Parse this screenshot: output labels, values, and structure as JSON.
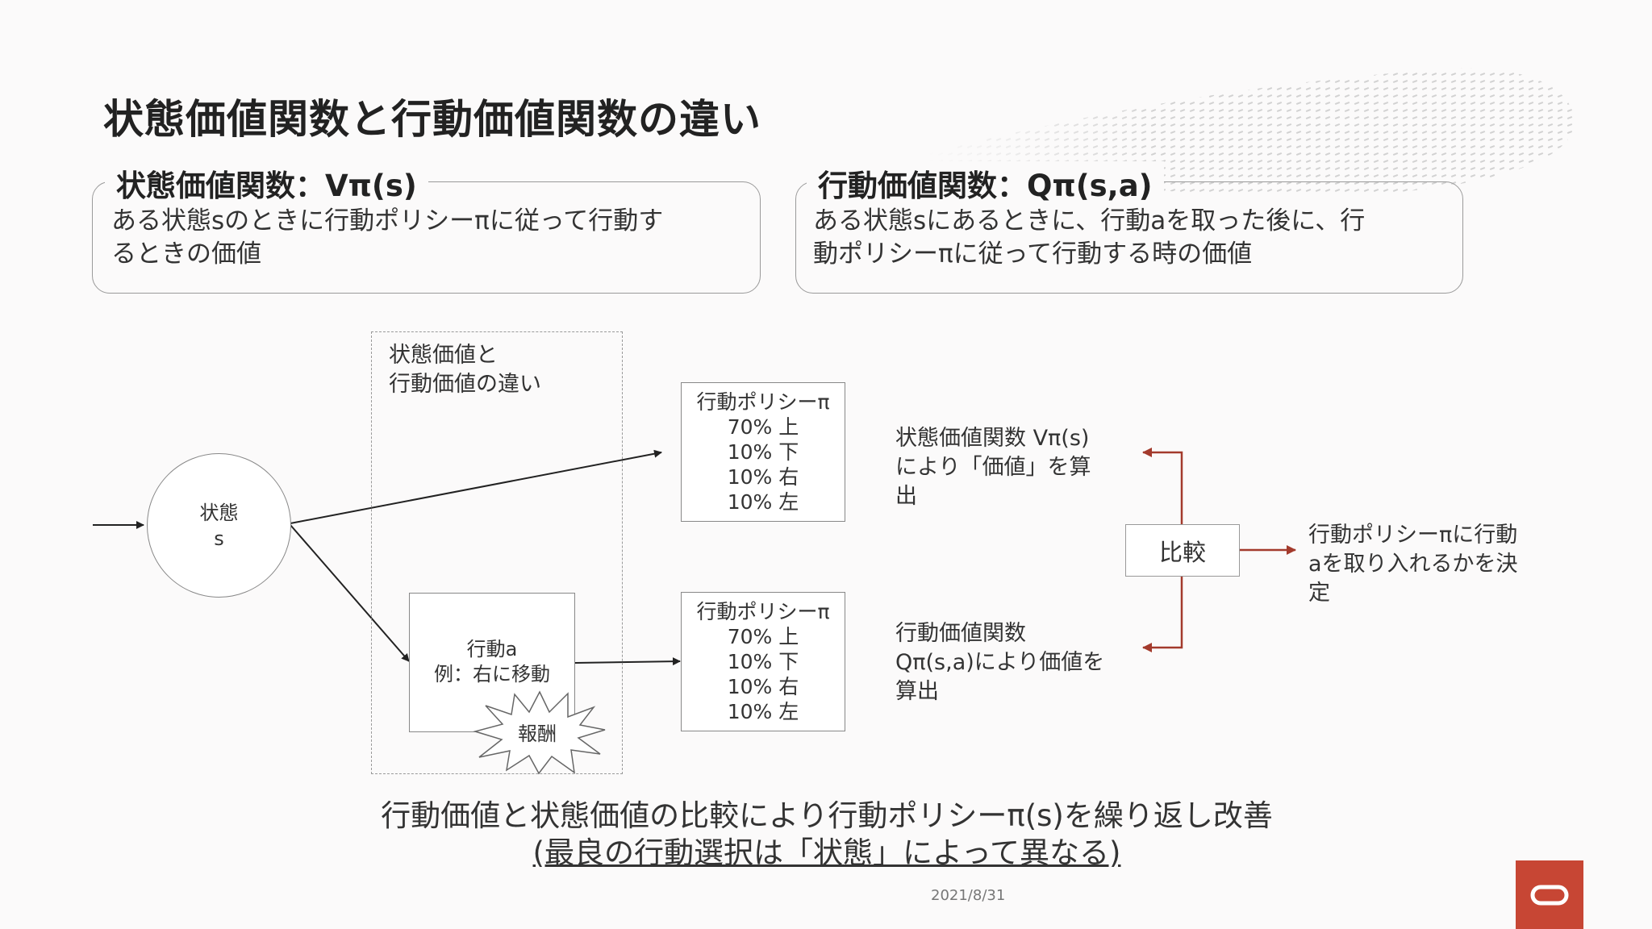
{
  "title": "状態価値関数と行動価値関数の違い",
  "definitions": {
    "state_value": {
      "heading": "状態価値関数：Vπ(s)",
      "text_line1": "ある状態sのときに行動ポリシーπに従って行動す",
      "text_line2": "るときの価値"
    },
    "action_value": {
      "heading": "行動価値関数：Qπ(s,a)",
      "text_line1": "ある状態sにあるときに、行動aを取った後に、行",
      "text_line2": "動ポリシーπに従って行動する時の価値"
    }
  },
  "diagram": {
    "difference_label_line1": "状態価値と",
    "difference_label_line2": "行動価値の違い",
    "state_line1": "状態",
    "state_line2": "s",
    "policy_box": {
      "title": "行動ポリシーπ",
      "rows": [
        "70% 上",
        "10% 下",
        "10% 右",
        "10% 左"
      ]
    },
    "action_line1": "行動a",
    "action_line2": "例：右に移動",
    "reward": "報酬",
    "v_calc_line1": "状態価値関数 Vπ(s)",
    "v_calc_line2": "により「価値」を算",
    "v_calc_line3": "出",
    "q_calc_line1": "行動価値関数",
    "q_calc_line2": "Qπ(s,a)により価値を",
    "q_calc_line3": "算出",
    "compare": "比較",
    "decision_line1": "行動ポリシーπに行動",
    "decision_line2": "aを取り入れるかを決",
    "decision_line3": "定"
  },
  "bottom": {
    "line1": "行動価値と状態価値の比較により行動ポリシーπ(s)を繰り返し改善",
    "line2": "(最良の行動選択は「状態」によって異なる)"
  },
  "footer": {
    "date": "2021/8/31",
    "logo_icon": "oracle-logo-icon"
  },
  "colors": {
    "red_arrow": "#a33a2c",
    "logo_red": "#c74634"
  }
}
